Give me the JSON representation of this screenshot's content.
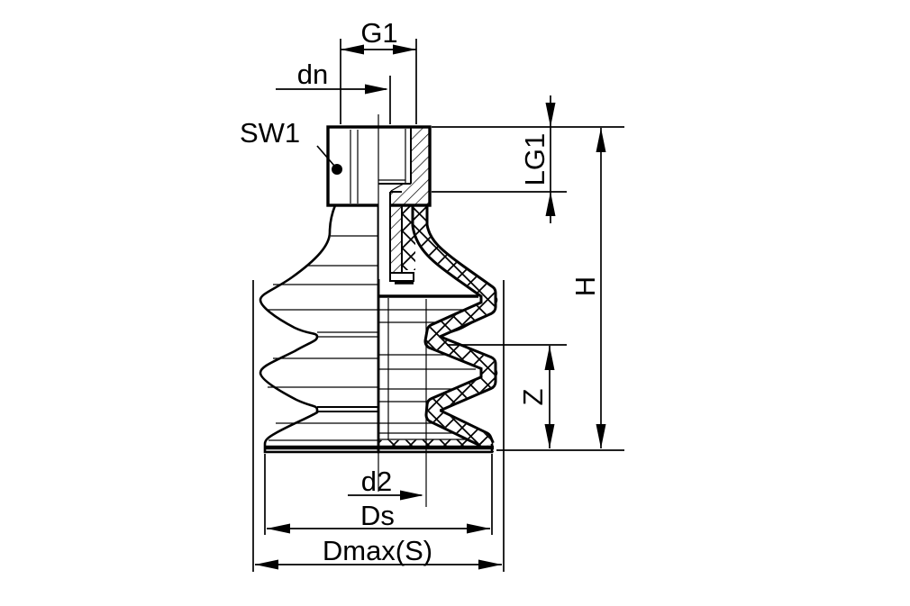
{
  "drawing": {
    "colors": {
      "background": "#ffffff",
      "line": "#000000",
      "part_fill": "#e3e3e3"
    },
    "labels": {
      "g1": "G1",
      "dn": "dn",
      "sw1": "SW1",
      "lg1": "LG1",
      "h": "H",
      "z": "Z",
      "d2": "d2",
      "ds": "Ds",
      "dmax": "Dmax(S)"
    }
  }
}
